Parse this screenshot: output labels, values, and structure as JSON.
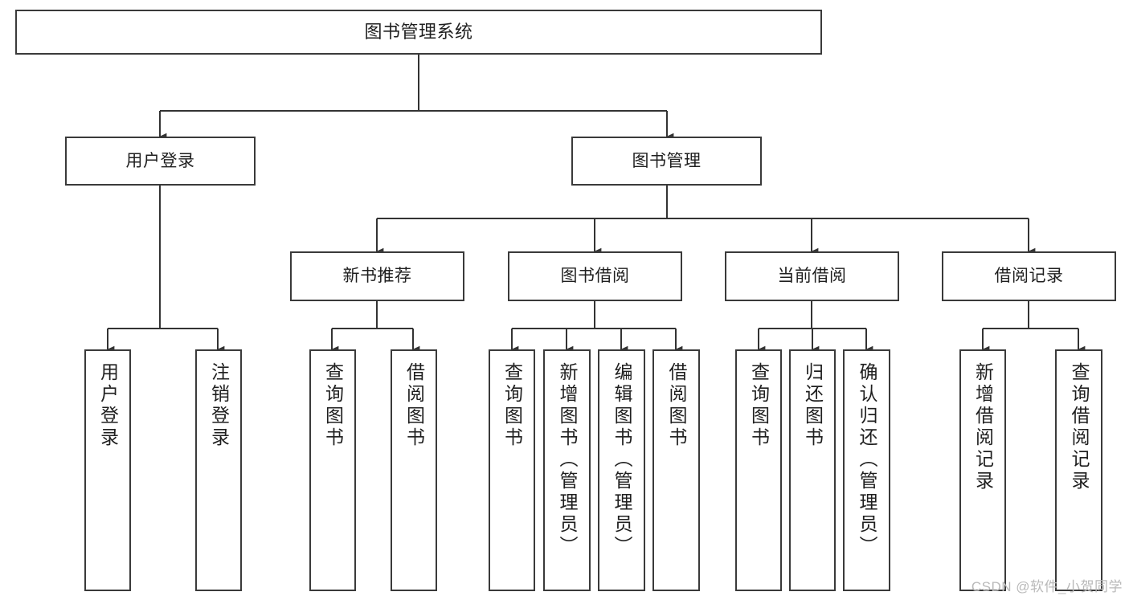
{
  "diagram": {
    "type": "tree-hierarchy",
    "title": "图书管理系统",
    "root": {
      "id": "root",
      "label": "图书管理系统"
    },
    "level2": [
      {
        "id": "user-login",
        "label": "用户登录"
      },
      {
        "id": "book-manage",
        "label": "图书管理"
      }
    ],
    "level3": [
      {
        "id": "new-book-recommend",
        "label": "新书推荐",
        "parent": "book-manage"
      },
      {
        "id": "book-borrow",
        "label": "图书借阅",
        "parent": "book-manage"
      },
      {
        "id": "current-borrow",
        "label": "当前借阅",
        "parent": "book-manage"
      },
      {
        "id": "borrow-record",
        "label": "借阅记录",
        "parent": "book-manage"
      }
    ],
    "leaves": [
      {
        "id": "leaf-user-login",
        "label": "用户登录",
        "parent": "user-login"
      },
      {
        "id": "leaf-user-logout",
        "label": "注销登录",
        "parent": "user-login"
      },
      {
        "id": "leaf-query-book-1",
        "label": "查询图书",
        "parent": "new-book-recommend"
      },
      {
        "id": "leaf-borrow-book-1",
        "label": "借阅图书",
        "parent": "new-book-recommend"
      },
      {
        "id": "leaf-query-book-2",
        "label": "查询图书",
        "parent": "book-borrow"
      },
      {
        "id": "leaf-add-book",
        "label": "新增图书（管理员）",
        "parent": "book-borrow"
      },
      {
        "id": "leaf-edit-book",
        "label": "编辑图书（管理员）",
        "parent": "book-borrow"
      },
      {
        "id": "leaf-borrow-book-2",
        "label": "借阅图书",
        "parent": "book-borrow"
      },
      {
        "id": "leaf-query-book-3",
        "label": "查询图书",
        "parent": "current-borrow"
      },
      {
        "id": "leaf-return-book",
        "label": "归还图书",
        "parent": "current-borrow"
      },
      {
        "id": "leaf-confirm-return",
        "label": "确认归还（管理员）",
        "parent": "current-borrow"
      },
      {
        "id": "leaf-add-record",
        "label": "新增借阅记录",
        "parent": "borrow-record"
      },
      {
        "id": "leaf-query-record",
        "label": "查询借阅记录",
        "parent": "borrow-record"
      }
    ],
    "colors": {
      "background": "#ffffff",
      "box_border": "#3a3a3a",
      "box_fill": "#ffffff",
      "text": "#1f1f1f",
      "connector": "#333333",
      "watermark": "#b9b9b9"
    }
  },
  "watermark": {
    "text": "CSDN @软件_小贺同学"
  }
}
